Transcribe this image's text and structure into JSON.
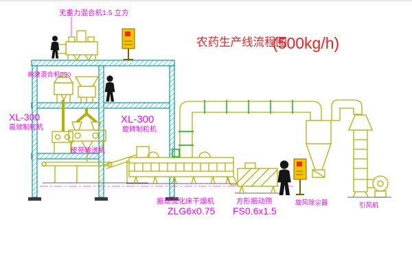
{
  "drawing": {
    "title": "农药生产线流程图",
    "title_capacity": "(500kg/h)"
  },
  "labels": {
    "gravity_mixer": "无重力混合机1.5 立方",
    "high_speed_mixer": "高速混合机350",
    "left_granulator_model": "XL-300",
    "left_granulator_name": "高效制粒机",
    "mid_granulator_model": "XL-300",
    "mid_granulator_name": "旋转制粒机",
    "belt_conveyor": "皮带输送机",
    "dryer_name": "振动流化床干燥机",
    "dryer_model": "ZLG6x0.75",
    "screen_name": "方形振动筛",
    "screen_model": "FS0.6x1.5",
    "cyclone_name": "旋风除尘器",
    "fan_name": "引风机"
  },
  "colors": {
    "label_magenta": "#ff00ff",
    "title_red": "#f02020",
    "structure_cyan": "#009c9c",
    "equipment_olive": "#b2b200",
    "panel_yellow": "#f4c400",
    "button_red": "#e83000",
    "flange_green": "#00b400"
  }
}
